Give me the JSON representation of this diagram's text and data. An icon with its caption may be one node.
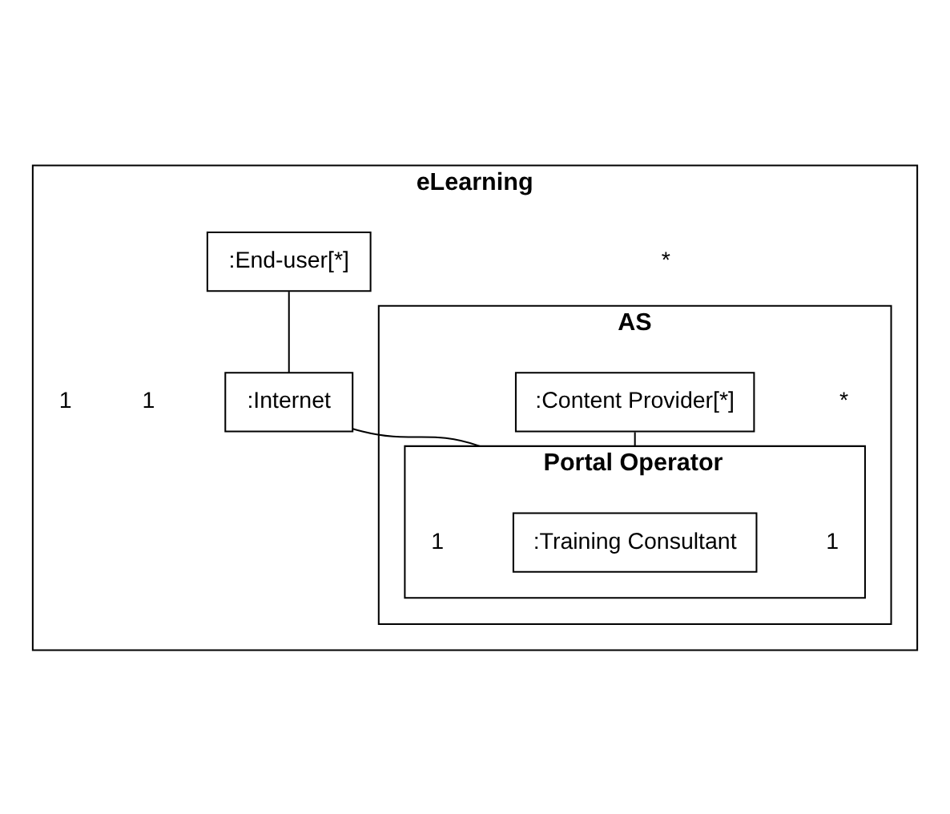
{
  "diagram": {
    "nodes": [
      {
        "text": [
          "eLearning"
        ]
      },
      {
        "text": [
          "AS"
        ],
        "in": 0
      },
      {
        "text": [
          ":End-user[*]"
        ],
        "in": 0
      },
      {
        "text": [
          ":Content Provider[*]"
        ],
        "in": 1
      },
      {
        "text": [
          "Portal Operator"
        ],
        "in": 1
      },
      {
        "text": [
          ":Training Consultant"
        ],
        "in": 4
      },
      {
        "text": [
          ":Internet"
        ],
        "in": 0
      }
    ],
    "edges": [
      {
        "from": 2,
        "to": 6,
        "arrow": "none"
      },
      {
        "from": 3,
        "to": 4,
        "arrow": "none"
      },
      {
        "from": 6,
        "to": 4,
        "arrow": "none"
      }
    ],
    "labels": [
      "*",
      "*",
      "1",
      "1",
      "1",
      "1"
    ]
  }
}
